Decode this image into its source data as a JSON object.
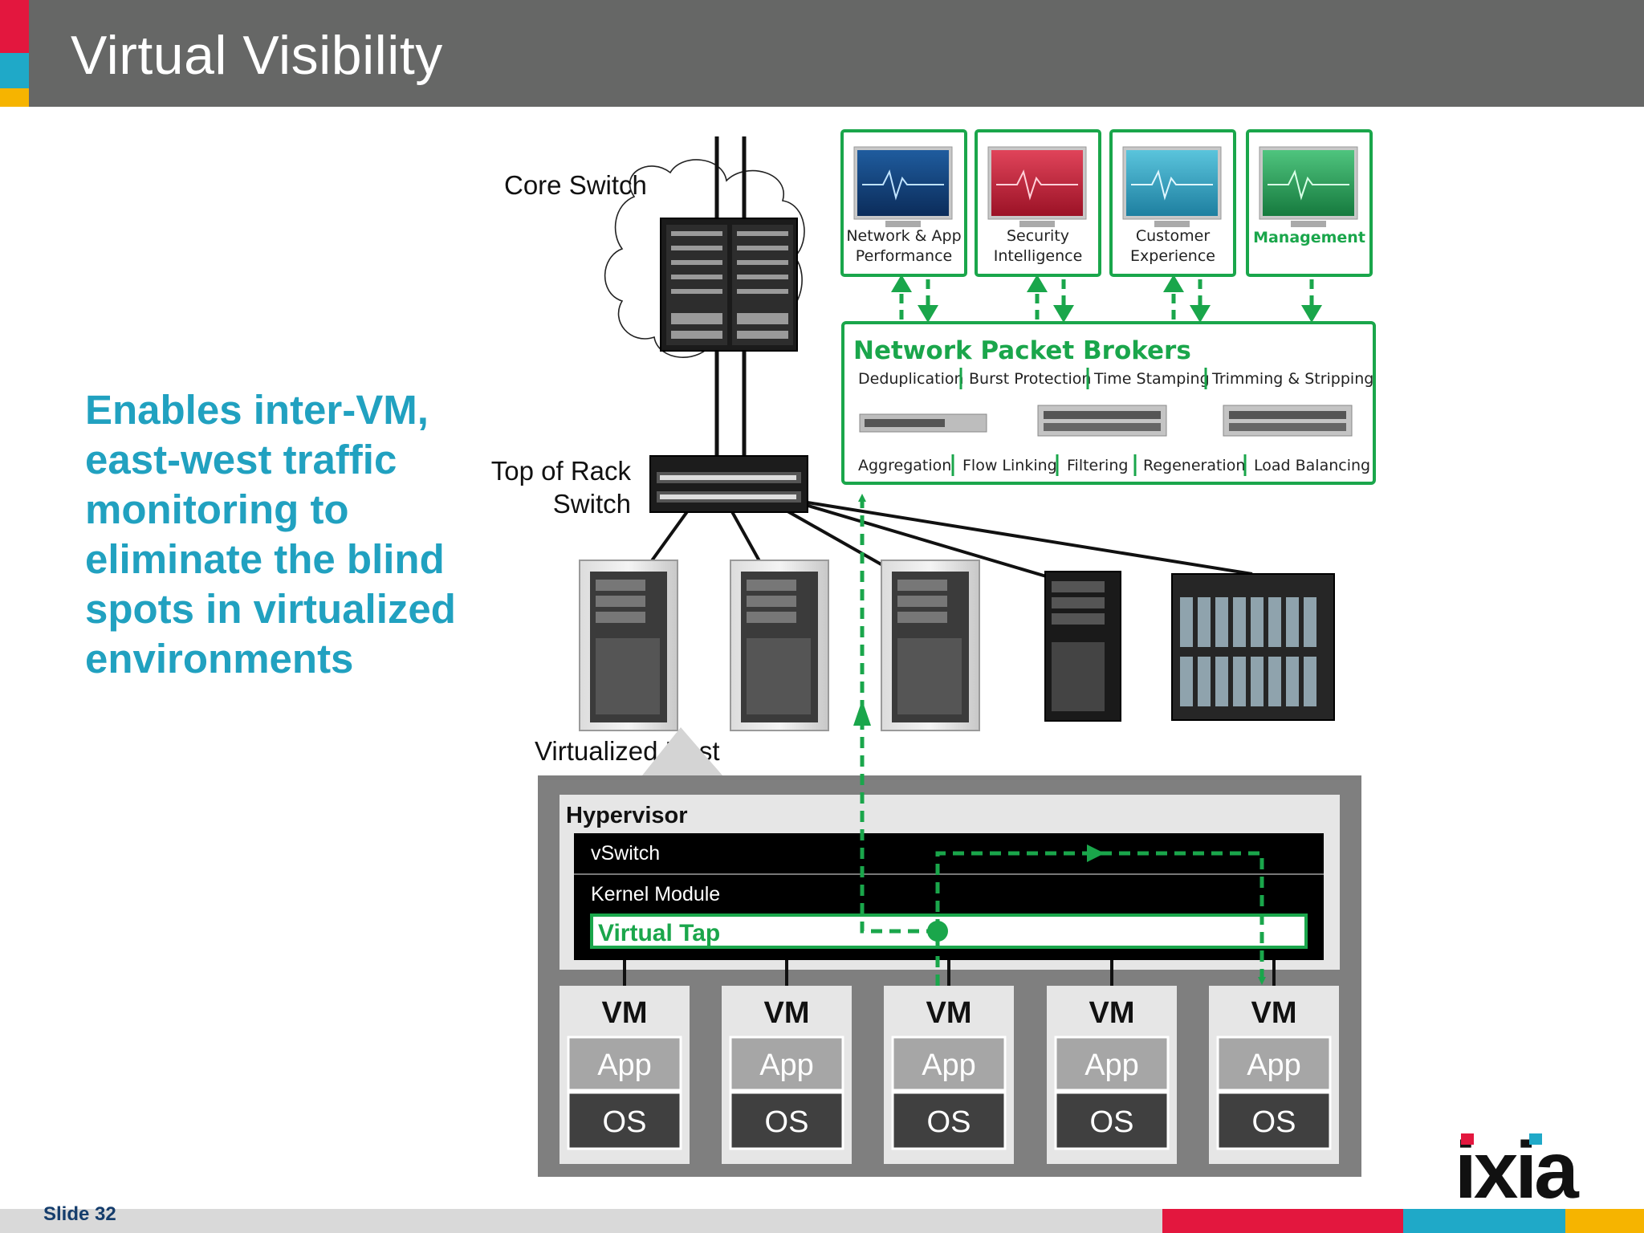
{
  "slide": {
    "title": "Virtual Visibility",
    "lede": "Enables  inter-VM, east-west traffic monitoring to eliminate the blind spots in virtualized environments",
    "slide_label": "Slide  32",
    "logo": "ixia"
  },
  "colors": {
    "accent_green": "#1aa64b",
    "accent_teal": "#21a1c0",
    "header_gray": "#666766",
    "brand_red": "#e3173e",
    "brand_blue": "#1fa9c8",
    "brand_yellow": "#f6b400"
  },
  "diagram": {
    "core_switch": "Core Switch",
    "tor_line1": "Top of Rack",
    "tor_line2": "Switch",
    "virtualized_host": "Virtualized Host",
    "tools": [
      {
        "line1": "Network & App",
        "line2": "Performance",
        "screen": "blue"
      },
      {
        "line1": "Security",
        "line2": "Intelligence",
        "screen": "red"
      },
      {
        "line1": "Customer",
        "line2": "Experience",
        "screen": "cyan"
      },
      {
        "line1": "Management",
        "line2": "",
        "screen": "green"
      }
    ],
    "npb": {
      "title": "Network Packet Brokers",
      "top_features": [
        "Deduplication",
        "Burst Protection",
        "Time Stamping",
        "Trimming & Stripping"
      ],
      "bottom_features": [
        "Aggregation",
        "Flow Linking",
        "Filtering",
        "Regeneration",
        "Load Balancing"
      ]
    },
    "hypervisor": "Hypervisor",
    "vswitch": "vSwitch",
    "kernel_module": "Kernel Module",
    "virtual_tap": "Virtual Tap",
    "vms": [
      {
        "label": "VM",
        "app": "App",
        "os": "OS"
      },
      {
        "label": "VM",
        "app": "App",
        "os": "OS"
      },
      {
        "label": "VM",
        "app": "App",
        "os": "OS"
      },
      {
        "label": "VM",
        "app": "App",
        "os": "OS"
      },
      {
        "label": "VM",
        "app": "App",
        "os": "OS"
      }
    ]
  }
}
